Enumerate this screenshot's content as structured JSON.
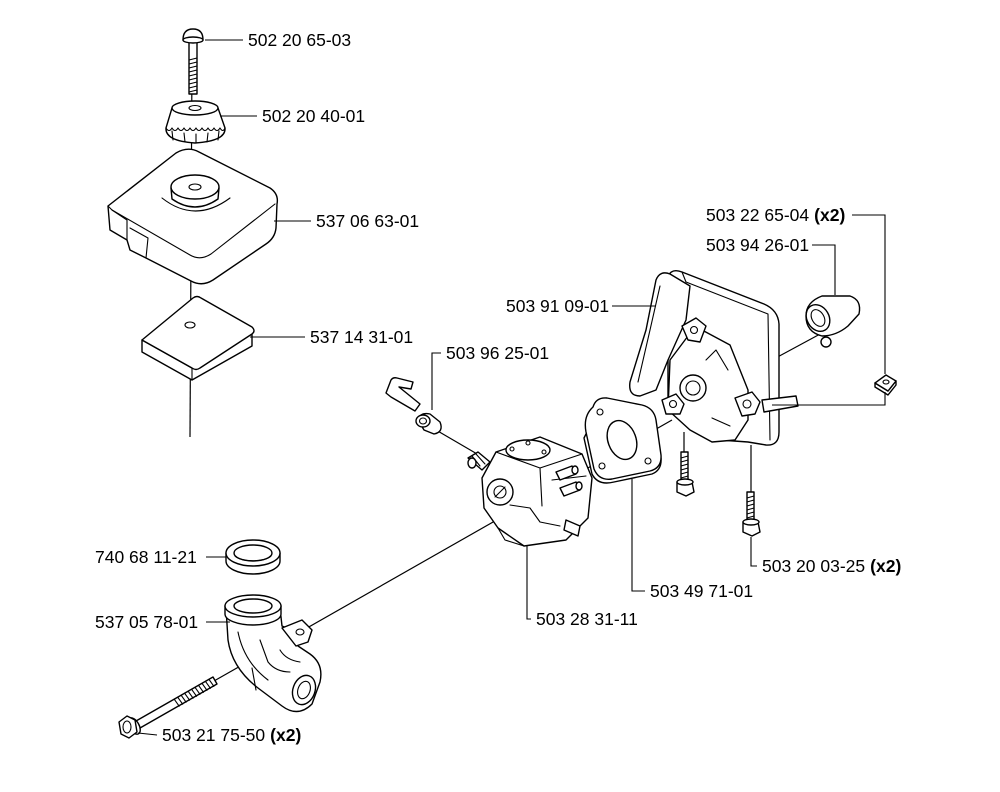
{
  "colors": {
    "line": "#000000",
    "background": "#ffffff"
  },
  "labels": {
    "screw_top": {
      "part": "502 20 65-03"
    },
    "knob": {
      "part": "502 20 40-01"
    },
    "cover": {
      "part": "537 06 63-01"
    },
    "filter": {
      "part": "537 14 31-01"
    },
    "nut": {
      "part": "503 22 65-04",
      "qty": "(x2)"
    },
    "clip": {
      "part": "503 94 26-01"
    },
    "adapter": {
      "part": "503 91 09-01"
    },
    "throttle_link": {
      "part": "503 96 25-01"
    },
    "gasket_ring": {
      "part": "740 68 11-21"
    },
    "screws": {
      "part": "503 20 03-25",
      "qty": "(x2)"
    },
    "gasket": {
      "part": "503 49 71-01"
    },
    "elbow": {
      "part": "537 05 78-01"
    },
    "carburetor": {
      "part": "503 28 31-11"
    },
    "bolt": {
      "part": "503 21 75-50",
      "qty": "(x2)"
    }
  }
}
